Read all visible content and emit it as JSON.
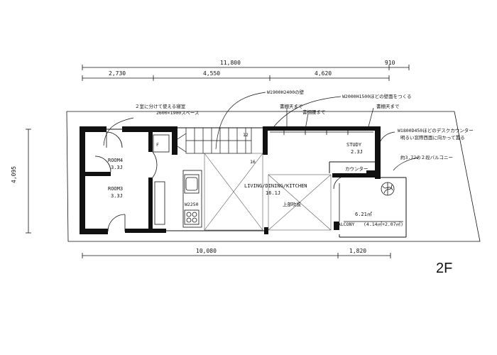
{
  "floor_tag": "2F",
  "dimensions": {
    "top_total": "11,800",
    "top_right": "910",
    "top_seg_1": "2,730",
    "top_seg_2": "4,550",
    "top_seg_3": "4,620",
    "bottom_left": "10,080",
    "bottom_right": "1,820",
    "left_height": "4,095"
  },
  "rooms": {
    "room4_name": "ROOM4",
    "room4_area": "3.3J",
    "room3_name": "ROOM3",
    "room3_area": "3.3J",
    "study_name": "STUDY",
    "study_area": "2.3J",
    "ldk_name": "LIVING/DINING/KITCHEN",
    "ldk_area": "16.1J",
    "balcony_area": "6.21㎡",
    "balcony_name": "BALCONY",
    "balcony_dims": "(4.14㎡+2.07㎡)"
  },
  "annotations": {
    "split_room": "２室に分けて使える寝室",
    "split_room_size": "2600×1900スペース",
    "wall_opening": "W1900H2400の壁",
    "wall_window": "W2000H1500ほどの壁面をつくる",
    "shelf_left": "書棚天まで",
    "shelf_mid": "書棚腰まで",
    "shelf_right": "書棚天まで",
    "desk_counter": "W1800D450ほどのデスクカウンター",
    "desk_counter_2": "明るい窓際西面に向かって置る",
    "balcony_note": "約3.7Jの２段バルコニー",
    "fridge": "F",
    "stair_12": "12",
    "stair_16": "16",
    "stove": "W2250",
    "counter": "カウンター",
    "upper_void": "上部吹抜"
  }
}
